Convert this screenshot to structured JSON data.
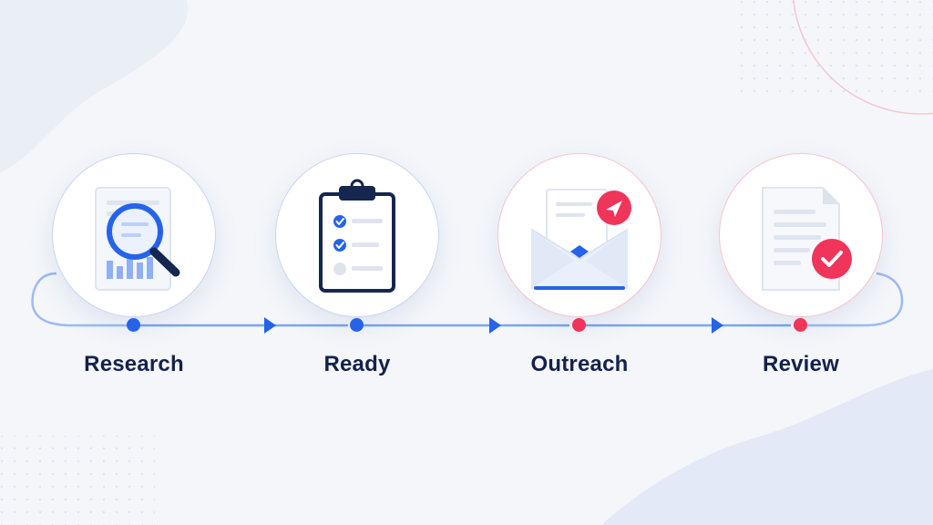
{
  "steps": [
    {
      "label": "Research",
      "icon": "magnifier-report-icon",
      "accent": "#2563eb"
    },
    {
      "label": "Ready",
      "icon": "clipboard-checklist-icon",
      "accent": "#2563eb"
    },
    {
      "label": "Outreach",
      "icon": "envelope-send-icon",
      "accent": "#f0345a"
    },
    {
      "label": "Review",
      "icon": "document-check-icon",
      "accent": "#f0345a"
    }
  ],
  "colors": {
    "background": "#f4f6fa",
    "blue": "#2563eb",
    "pink": "#f0345a",
    "label": "#14214a",
    "line": "#8fb0f0"
  }
}
